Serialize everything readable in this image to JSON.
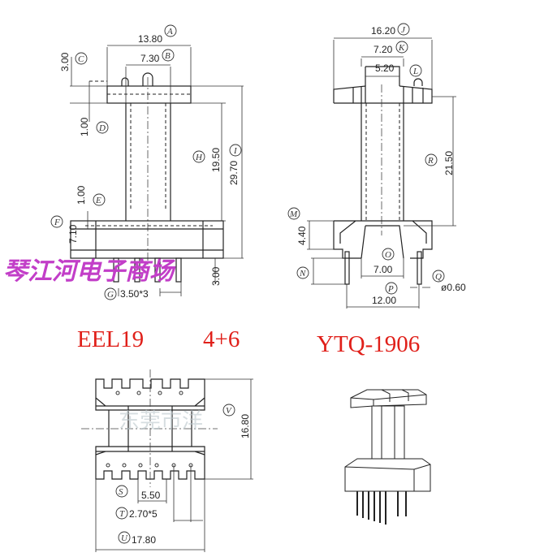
{
  "models": {
    "core": "EEL19",
    "pins": "4+6",
    "part": "YTQ-1906"
  },
  "watermark": "琴江河电子商场",
  "faint_watermark": "东莞市洋",
  "front_view": {
    "A": "13.80",
    "B": "7.30",
    "C": "3.00",
    "D": "1.00",
    "E": "1.00",
    "F": "7.10",
    "G": "3.50*3",
    "H": "19.50",
    "I": "29.70",
    "pin_len": "3.00"
  },
  "side_view": {
    "J": "16.20",
    "K": "7.20",
    "L": "5.20",
    "M": "4.40",
    "O": "7.00",
    "P": "12.00",
    "Q": "ø0.60",
    "R": "21.50"
  },
  "bottom_view": {
    "S": "5.50",
    "T": "2.70*5",
    "U": "17.80",
    "V": "16.80"
  },
  "letters": [
    "A",
    "B",
    "C",
    "D",
    "E",
    "F",
    "G",
    "H",
    "I",
    "J",
    "K",
    "L",
    "M",
    "N",
    "O",
    "P",
    "Q",
    "R",
    "S",
    "T",
    "U",
    "V"
  ],
  "colors": {
    "model_label": "#e0201a",
    "watermark": "#c23ec8"
  }
}
